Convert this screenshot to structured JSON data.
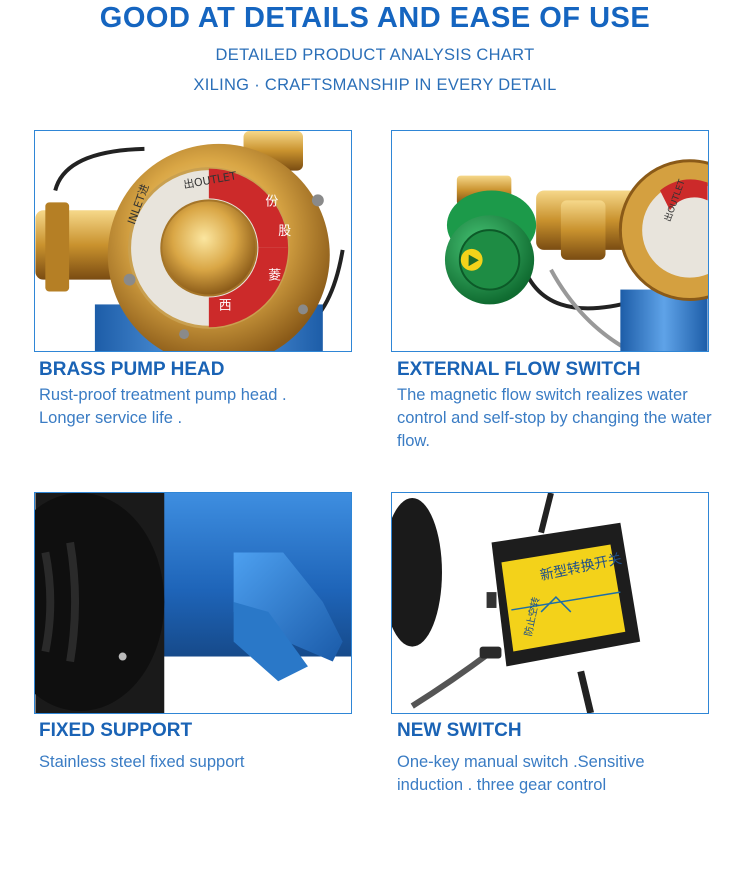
{
  "header": {
    "title": "GOOD AT DETAILS AND EASE OF USE",
    "subtitle": "DETAILED PRODUCT ANALYSIS CHART",
    "tagline": "XILING · CRAFTSMANSHIP IN EVERY DETAIL"
  },
  "cards": [
    {
      "title": "BRASS PUMP HEAD",
      "desc": "Rust-proof treatment pump head . Longer service life .",
      "photo": {
        "outlet": "出OUTLET",
        "inlet": "INLET进",
        "brand_chars": [
          "西",
          "菱",
          "股",
          "份"
        ]
      }
    },
    {
      "title": "EXTERNAL FLOW SWITCH",
      "desc": "The magnetic flow switch realizes water control and self-stop by changing the water flow.",
      "photo": {
        "outlet": "出OUTLET"
      }
    },
    {
      "title": "FIXED SUPPORT",
      "desc": "Stainless steel fixed support"
    },
    {
      "title": "NEW SWITCH",
      "desc": "One-key manual switch .Sensitive induction . three gear control",
      "photo": {
        "label_main": "新型转换开关",
        "label_small": "防止空转"
      }
    }
  ],
  "colors": {
    "title_blue": "#1565c0",
    "frame_blue": "#2f86d6",
    "brass": "#d4a040",
    "pump_blue": "#2a78c8",
    "switch_green": "#1c9a4a",
    "label_yellow": "#f3d21a"
  }
}
